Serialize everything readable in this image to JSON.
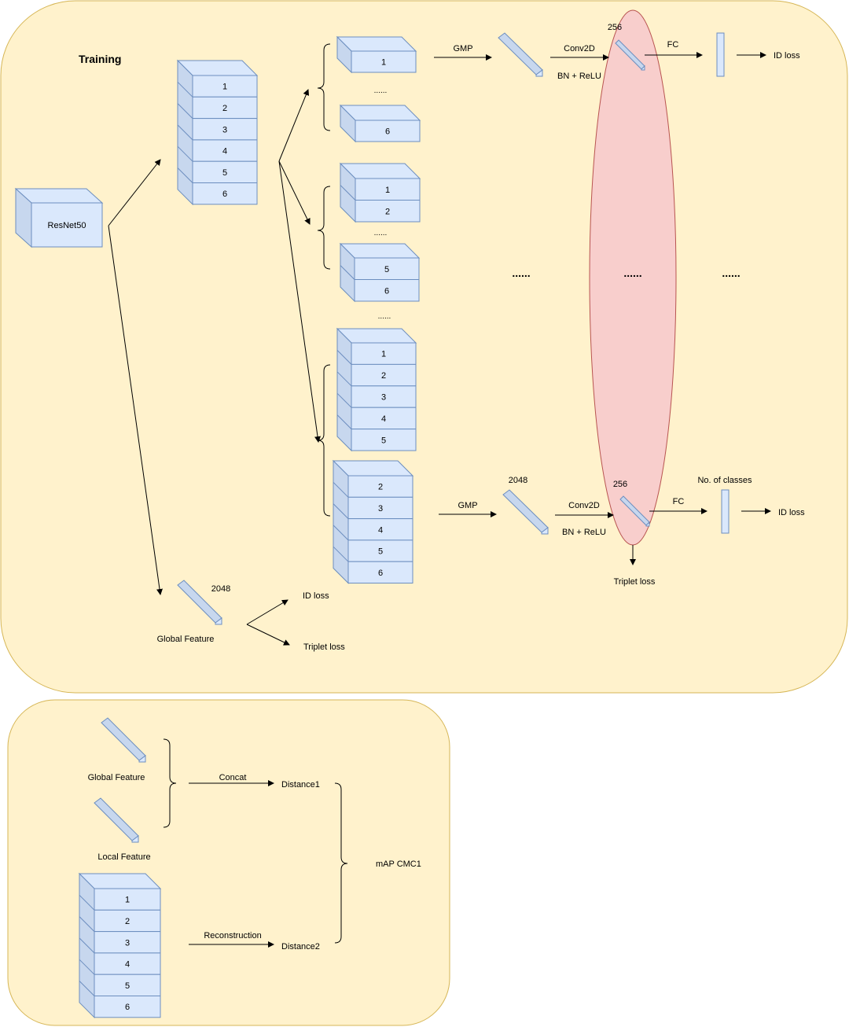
{
  "training": {
    "title": "Training",
    "backbone": "ResNet50",
    "stripes": [
      "1",
      "2",
      "3",
      "4",
      "5",
      "6"
    ],
    "branch1": {
      "top": "1",
      "ellipsis": "......",
      "bottom": "6"
    },
    "branch2": {
      "top": [
        "1",
        "2"
      ],
      "ellipsis": "......",
      "bottom": [
        "5",
        "6"
      ]
    },
    "between_ellipsis": "......",
    "branch3": {
      "upper": [
        "1",
        "2",
        "3",
        "4",
        "5"
      ],
      "lower": [
        "2",
        "3",
        "4",
        "5",
        "6"
      ]
    },
    "top_row": {
      "gmp": "GMP",
      "conv": "Conv2D",
      "bn": "BN + ReLU",
      "dim": "256",
      "fc": "FC",
      "loss": "ID loss"
    },
    "bottom_row": {
      "gmp": "GMP",
      "dim_in": "2048",
      "conv": "Conv2D",
      "bn": "BN + ReLU",
      "dim": "256",
      "fc": "FC",
      "classes": "No. of classes",
      "loss": "ID loss",
      "triplet": "Triplet loss"
    },
    "middle_ellipsis": [
      "......",
      "......",
      "......"
    ],
    "global": {
      "dim": "2048",
      "label": "Global Feature",
      "id_loss": "ID loss",
      "triplet": "Triplet loss"
    }
  },
  "inference": {
    "global_label": "Global Feature",
    "local_label": "Local Feature",
    "concat": "Concat",
    "distance1": "Distance1",
    "reconstruction": "Reconstruction",
    "distance2": "Distance2",
    "metrics": "mAP CMC1",
    "stripes": [
      "1",
      "2",
      "3",
      "4",
      "5",
      "6"
    ]
  },
  "colors": {
    "panel_fill": "#fff2cc",
    "panel_stroke": "#d6b656",
    "box_fill": "#dae8fc",
    "box_stroke": "#6c8ebf",
    "ellipse_fill": "#f8cecc",
    "ellipse_stroke": "#b85450"
  }
}
